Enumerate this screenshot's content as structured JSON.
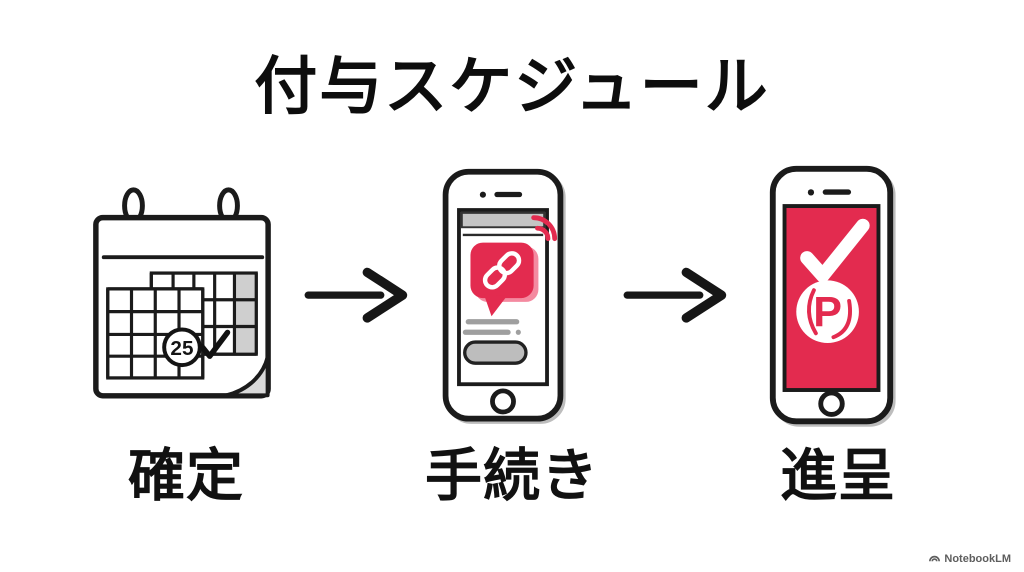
{
  "title": "付与スケジュール",
  "steps": [
    {
      "id": "confirm",
      "label": "確定",
      "icon": "calendar-check-icon",
      "calendar_date": "25"
    },
    {
      "id": "procedure",
      "label": "手続き",
      "icon": "smartphone-link-notification-icon"
    },
    {
      "id": "grant",
      "label": "進呈",
      "icon": "smartphone-point-check-icon"
    }
  ],
  "arrows": [
    {
      "icon": "arrow-right-icon"
    },
    {
      "icon": "arrow-right-icon"
    }
  ],
  "point_badge_letter": "P",
  "watermark": {
    "label": "NotebookLM",
    "icon": "notebooklm-logo-icon"
  },
  "colors": {
    "background": "#ffffff",
    "ink": "#1b1b1b",
    "accent_red": "#e32b4f",
    "accent_red_light": "#f48aa0",
    "gray_fill": "#c4c4c4",
    "gray_line": "#9f9f9f",
    "watermark_gray": "#5e5e5e"
  }
}
